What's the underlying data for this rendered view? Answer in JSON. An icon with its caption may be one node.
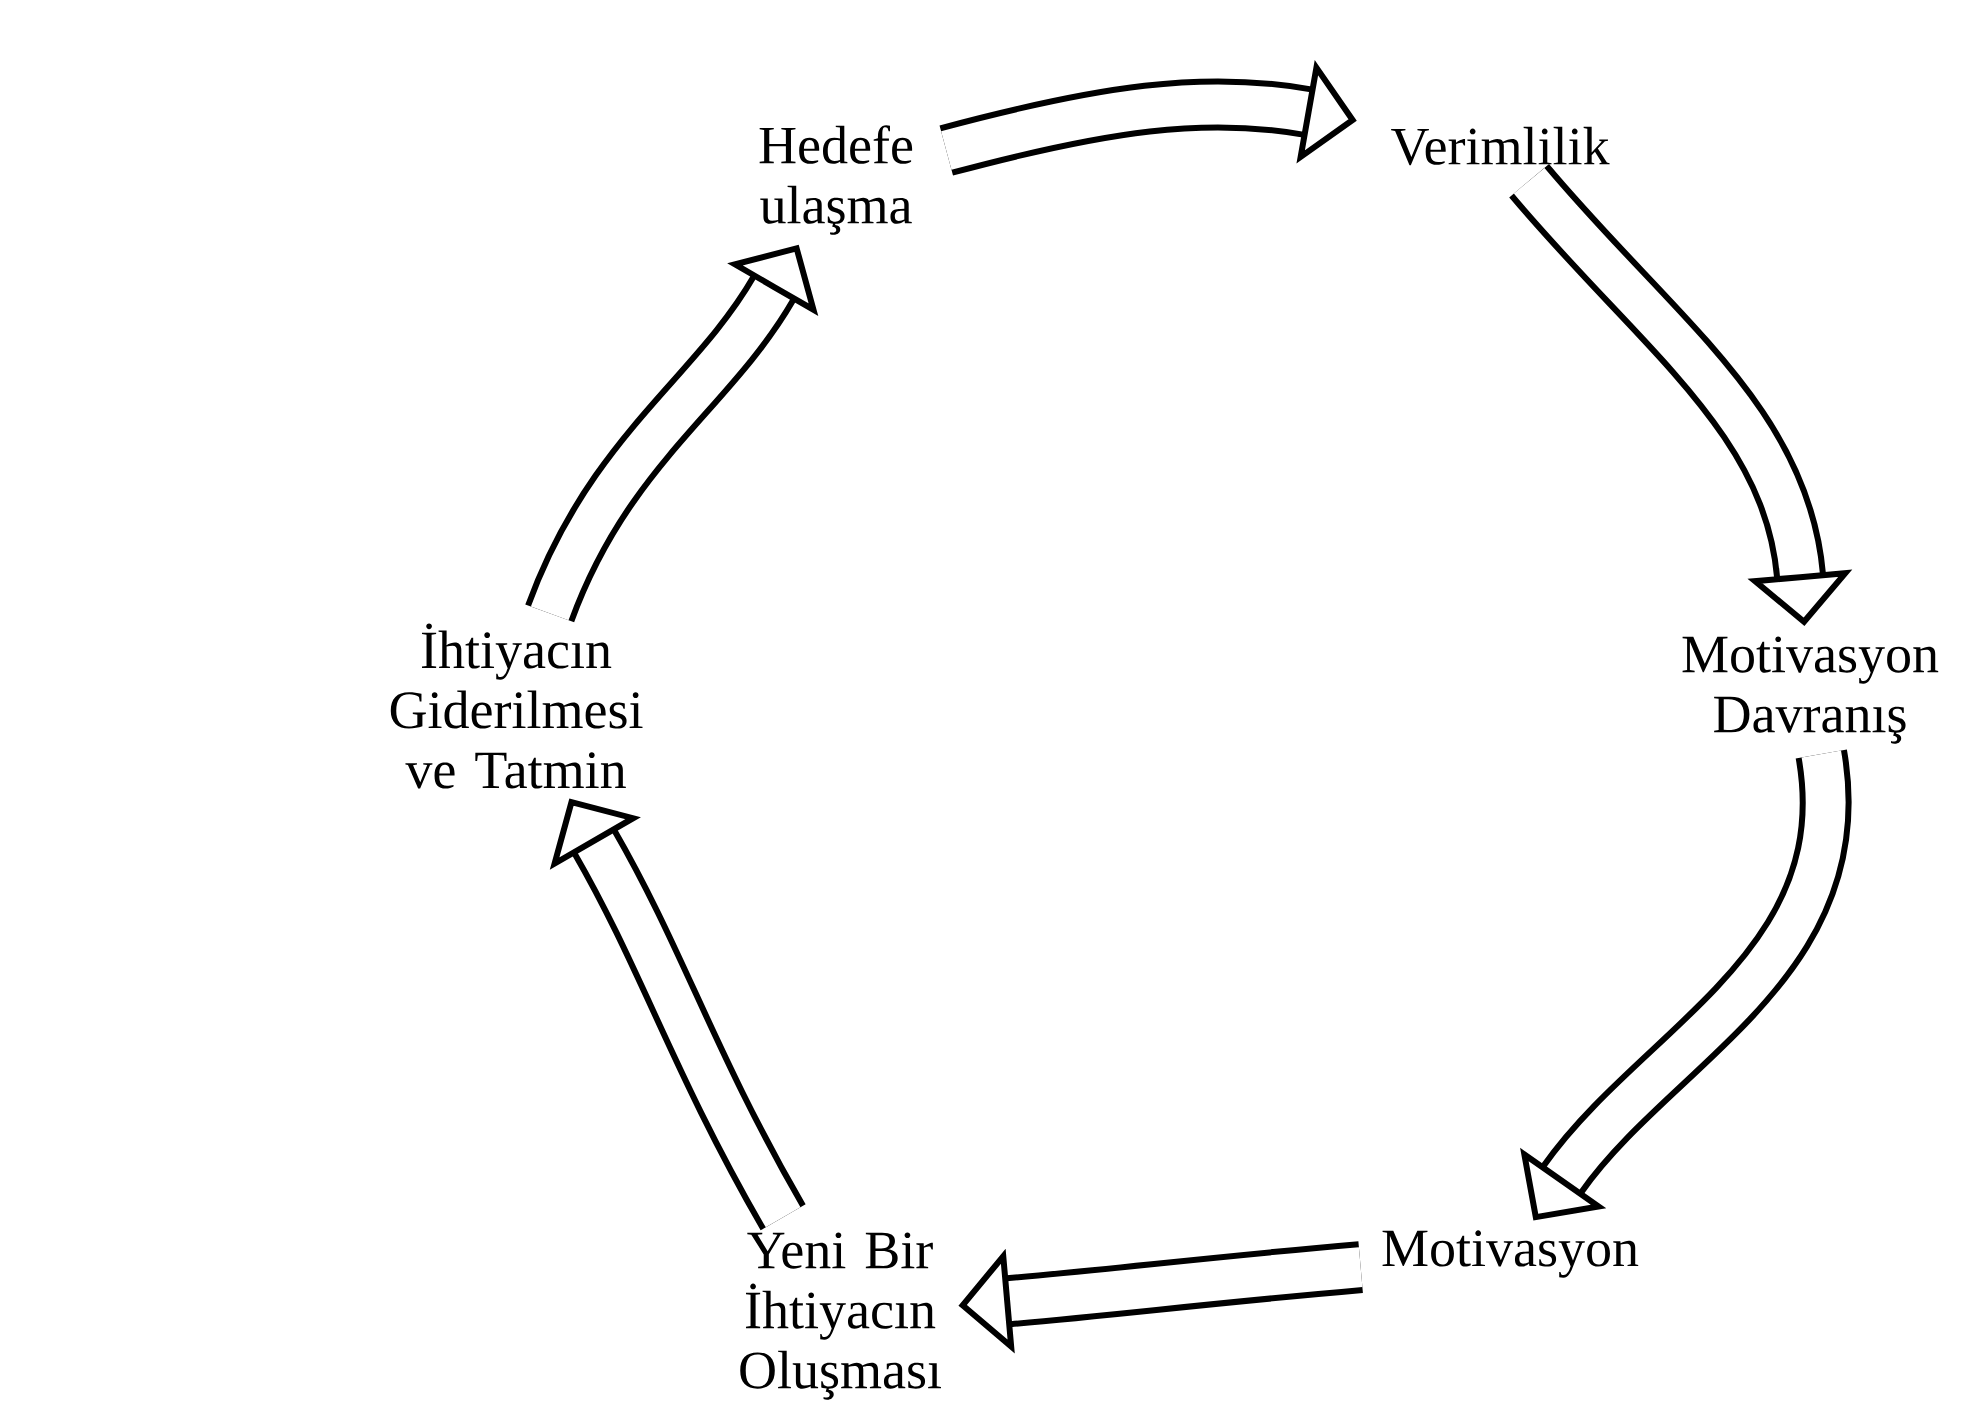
{
  "diagram": {
    "nodes": [
      {
        "text": [
          "Hedefe ulaşma"
        ]
      },
      {
        "text": [
          "Verimlilik"
        ]
      },
      {
        "text": [
          "Motivasyon Davranış"
        ]
      },
      {
        "text": [
          "Motivasyon"
        ]
      },
      {
        "text": [
          "Yeni Bir İhtiyacın Oluşması"
        ]
      },
      {
        "text": [
          "İhtiyacın Giderilmesi ve Tatmin"
        ]
      }
    ],
    "edges": [
      {
        "from": 0,
        "to": 1,
        "arrow": "to"
      },
      {
        "from": 1,
        "to": 2,
        "arrow": "to"
      },
      {
        "from": 2,
        "to": 3,
        "arrow": "to"
      },
      {
        "from": 3,
        "to": 4,
        "arrow": "to"
      },
      {
        "from": 4,
        "to": 5,
        "arrow": "to"
      },
      {
        "from": 5,
        "to": 0,
        "arrow": "to"
      }
    ]
  }
}
